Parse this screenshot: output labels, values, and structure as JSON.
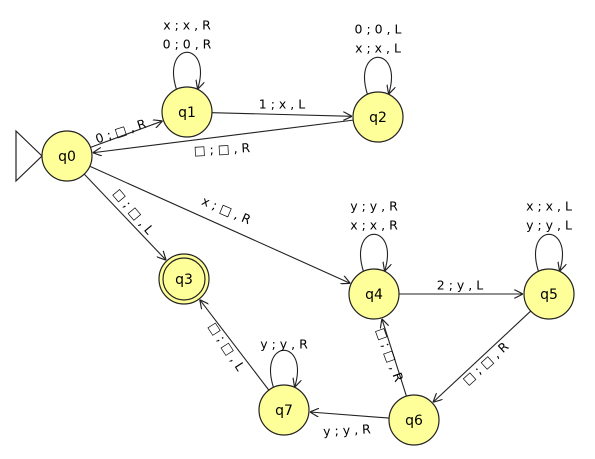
{
  "automaton": {
    "type": "turing-machine-state-diagram",
    "states": [
      {
        "id": "q0",
        "label": "q0",
        "initial": true,
        "accepting": false
      },
      {
        "id": "q1",
        "label": "q1",
        "initial": false,
        "accepting": false
      },
      {
        "id": "q2",
        "label": "q2",
        "initial": false,
        "accepting": false
      },
      {
        "id": "q3",
        "label": "q3",
        "initial": false,
        "accepting": true
      },
      {
        "id": "q4",
        "label": "q4",
        "initial": false,
        "accepting": false
      },
      {
        "id": "q5",
        "label": "q5",
        "initial": false,
        "accepting": false
      },
      {
        "id": "q6",
        "label": "q6",
        "initial": false,
        "accepting": false
      },
      {
        "id": "q7",
        "label": "q7",
        "initial": false,
        "accepting": false
      }
    ],
    "transitions": [
      {
        "id": "t_q0_q1",
        "from": "q0",
        "to": "q1",
        "labels": [
          "0 ; □ , R"
        ]
      },
      {
        "id": "t_q1_q1",
        "from": "q1",
        "to": "q1",
        "labels": [
          "x ; x , R",
          "0 ; 0 , R"
        ]
      },
      {
        "id": "t_q1_q2",
        "from": "q1",
        "to": "q2",
        "labels": [
          "1 ; x , L"
        ]
      },
      {
        "id": "t_q2_q2",
        "from": "q2",
        "to": "q2",
        "labels": [
          "0 ; 0 , L",
          "x ; x , L"
        ]
      },
      {
        "id": "t_q2_q0",
        "from": "q2",
        "to": "q0",
        "labels": [
          "□ ; □ , R"
        ]
      },
      {
        "id": "t_q0_q3",
        "from": "q0",
        "to": "q3",
        "labels": [
          "□ ; □ , L"
        ]
      },
      {
        "id": "t_q0_q4",
        "from": "q0",
        "to": "q4",
        "labels": [
          "x ; □ , R"
        ]
      },
      {
        "id": "t_q4_q4",
        "from": "q4",
        "to": "q4",
        "labels": [
          "y ; y , R",
          "x ; x , R"
        ]
      },
      {
        "id": "t_q4_q5",
        "from": "q4",
        "to": "q5",
        "labels": [
          "2 ; y , L"
        ]
      },
      {
        "id": "t_q5_q5",
        "from": "q5",
        "to": "q5",
        "labels": [
          "x ; x , L",
          "y ; y , L"
        ]
      },
      {
        "id": "t_q5_q6",
        "from": "q5",
        "to": "q6",
        "labels": [
          "□ ; □ , R"
        ]
      },
      {
        "id": "t_q6_q4",
        "from": "q6",
        "to": "q4",
        "labels": [
          "□ ; □ , R"
        ]
      },
      {
        "id": "t_q6_q7",
        "from": "q6",
        "to": "q7",
        "labels": [
          "y ; y , R"
        ]
      },
      {
        "id": "t_q7_q7",
        "from": "q7",
        "to": "q7",
        "labels": [
          "y ; y , R"
        ]
      },
      {
        "id": "t_q7_q3",
        "from": "q7",
        "to": "q3",
        "labels": [
          "□ ; □ , L"
        ]
      }
    ]
  }
}
